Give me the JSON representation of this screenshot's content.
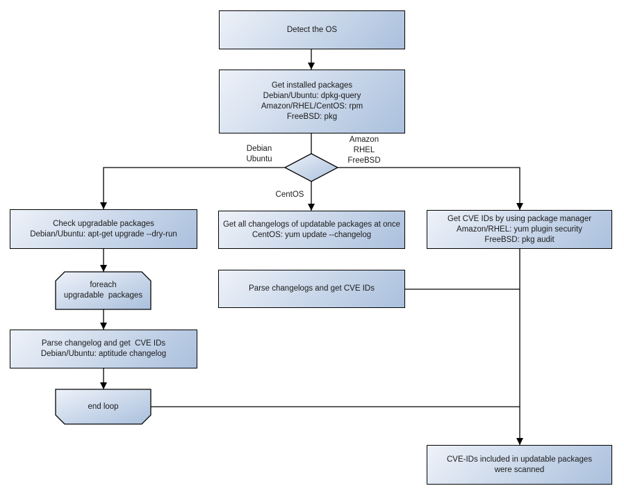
{
  "diagram": {
    "background": "#ffffff",
    "node_fill_start": "#eef2f9",
    "node_fill_end": "#aac0dd",
    "node_border": "#000000",
    "line_color": "#000000",
    "text_color": "#1a1a1a"
  },
  "nodes": {
    "detect_os": {
      "lines": [
        "Detect the OS"
      ]
    },
    "get_installed_packages": {
      "lines": [
        "Get installed packages",
        "Debian/Ubuntu: dpkg-query",
        "Amazon/RHEL/CentOS: rpm",
        "FreeBSD: pkg"
      ]
    },
    "check_upgradable": {
      "lines": [
        "Check upgradable packages",
        "Debian/Ubuntu: apt-get upgrade --dry-run"
      ]
    },
    "foreach_loop": {
      "lines": [
        "foreach",
        "upgradable  packages"
      ]
    },
    "parse_changelog": {
      "lines": [
        "Parse changelog and get  CVE IDs",
        "Debian/Ubuntu: aptitude changelog"
      ]
    },
    "end_loop": {
      "lines": [
        "end loop"
      ]
    },
    "get_all_changelogs": {
      "lines": [
        "Get all changelogs of updatable packages at once",
        "CentOS: yum update --changelog"
      ]
    },
    "parse_changelogs": {
      "lines": [
        "Parse changelogs and get CVE IDs"
      ]
    },
    "get_cve_ids_pkg_mgr": {
      "lines": [
        "Get CVE IDs by using package manager",
        "Amazon/RHEL: yum plugin security",
        "FreeBSD: pkg audit"
      ]
    },
    "scanned_result": {
      "lines": [
        "CVE-IDs included in updatable packages",
        "were scanned"
      ]
    }
  },
  "edge_labels": {
    "debian_ubuntu": {
      "lines": [
        "Debian",
        "Ubuntu"
      ]
    },
    "amazon_rhel_freebsd": {
      "lines": [
        "Amazon",
        "RHEL",
        "FreeBSD"
      ]
    },
    "centos": {
      "lines": [
        "CentOS"
      ]
    }
  }
}
